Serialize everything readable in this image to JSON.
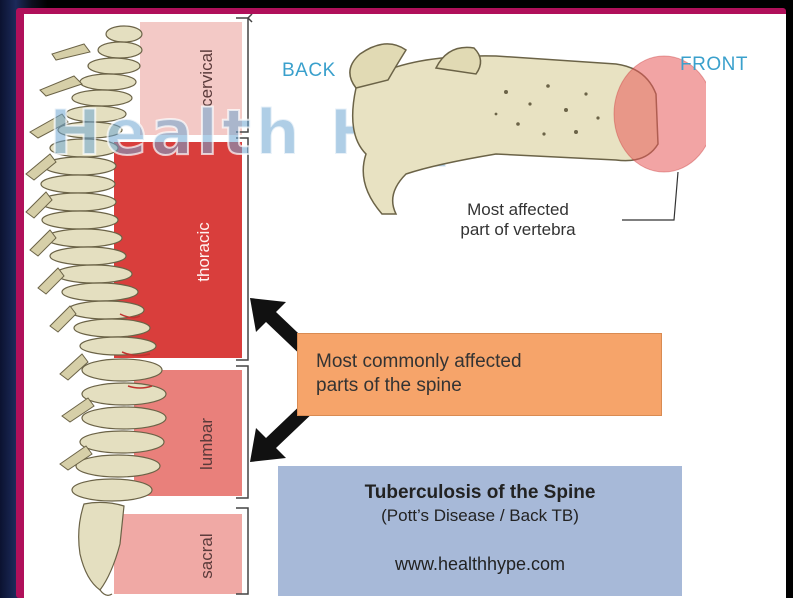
{
  "regions": [
    {
      "label": "cervical"
    },
    {
      "label": "thoracic"
    },
    {
      "label": "lumbar"
    },
    {
      "label": "sacral"
    }
  ],
  "vertebra": {
    "back_label": "BACK",
    "front_label": "FRONT",
    "callout_line1": "Most affected",
    "callout_line2": "part of vertebra"
  },
  "callout": {
    "line1": "Most commonly affected",
    "line2": "parts of the spine"
  },
  "info_box": {
    "title": "Tuberculosis of the Spine",
    "subtitle": "(Pott’s Disease / Back TB)",
    "url": "www.healthhype.com"
  },
  "watermark": "Health Hype",
  "colors": {
    "frame": "#b0105a",
    "cervical": "#f3c9c6",
    "thoracic": "#d93e3c",
    "lumbar": "#e9807b",
    "sacral": "#f0a9a5",
    "info_box": "#a7b9d8",
    "callout_box": "#f6a46a",
    "label_blue": "#3aa0cc"
  }
}
